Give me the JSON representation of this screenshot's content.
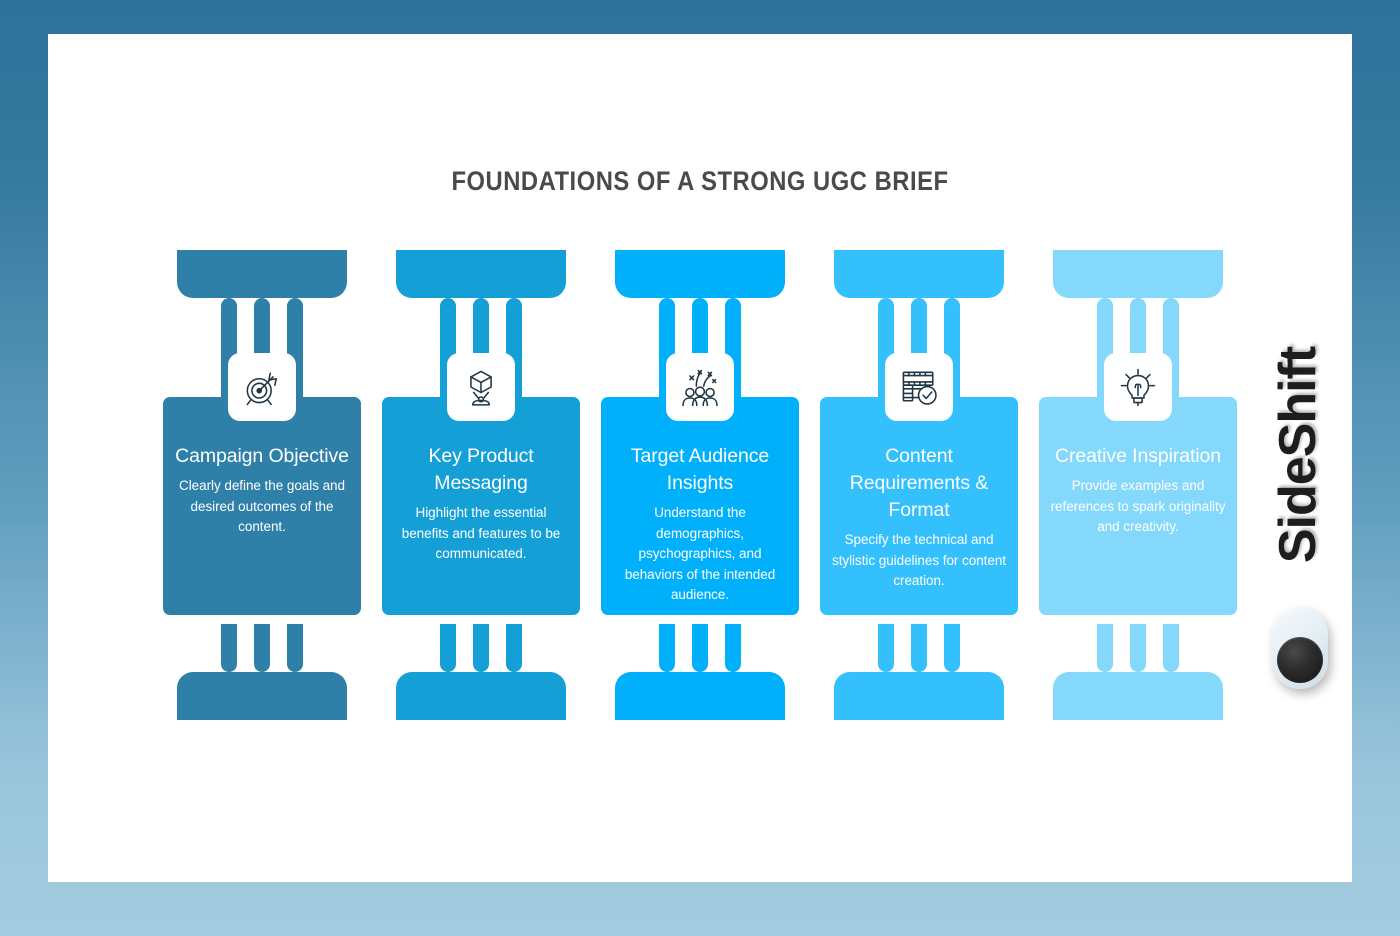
{
  "slide": {
    "title": "FOUNDATIONS OF A STRONG UGC BRIEF",
    "background_gradient_top": "#2e7199",
    "background_gradient_bottom": "#a4cbdf",
    "canvas_color": "#ffffff",
    "title_color": "#4a4a4a"
  },
  "brand": {
    "name": "SideShift",
    "color": "#1d1d1d"
  },
  "presenter": {
    "device_name": "presenter-mouse",
    "body_color": "#e6eff5",
    "button_color": "#1d1d1d"
  },
  "columns": [
    {
      "title": "Campaign Objective",
      "description": "Clearly define the goals and desired outcomes of the content.",
      "color": "#2e80a8",
      "icon": "target-arrow-icon"
    },
    {
      "title": "Key Product Messaging",
      "description": "Highlight the essential benefits and features to be communicated.",
      "color": "#14a0d7",
      "icon": "3d-box-projector-icon"
    },
    {
      "title": "Target Audience Insights",
      "description": "Understand the demographics, psychographics, and behaviors of the intended audience.",
      "color": "#00b0fb",
      "icon": "audience-group-icon"
    },
    {
      "title": "Content Requirements & Format",
      "description": "Specify the technical and stylistic guidelines for content creation.",
      "color": "#33c0fd",
      "icon": "filmstrip-check-icon"
    },
    {
      "title": "Creative Inspiration",
      "description": "Provide examples and references to spark originality and creativity.",
      "color": "#84d8fb",
      "icon": "lightbulb-idea-icon"
    }
  ]
}
